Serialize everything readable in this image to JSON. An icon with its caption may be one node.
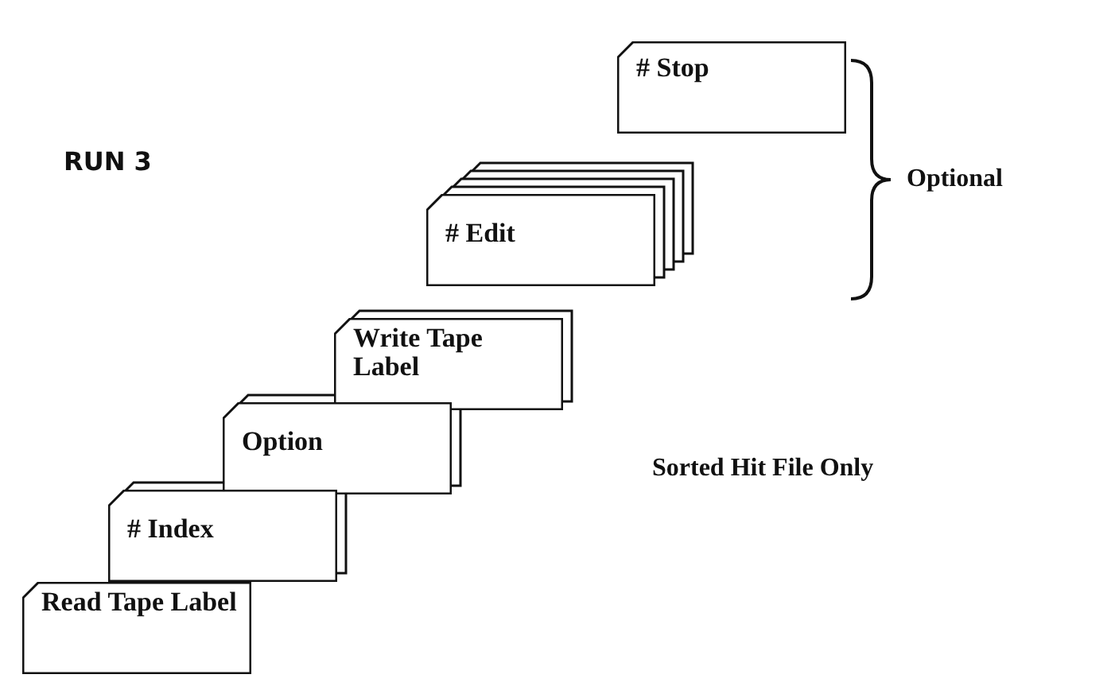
{
  "diagram": {
    "nodes": [
      {
        "text": [
          "# Stop"
        ]
      },
      {
        "text": [
          "# Edit"
        ]
      },
      {
        "text": [
          "Write Tape Label"
        ]
      },
      {
        "text": [
          "Option"
        ]
      },
      {
        "text": [
          "# Index"
        ]
      },
      {
        "text": [
          "Read Tape Label"
        ]
      }
    ],
    "labels": [
      "RUN 3",
      "Optional",
      "Sorted Hit File Only"
    ]
  }
}
